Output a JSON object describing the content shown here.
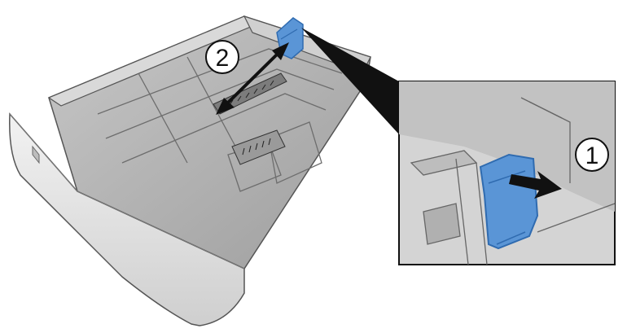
{
  "steps": [
    {
      "id": 1,
      "label": "1"
    },
    {
      "id": 2,
      "label": "2"
    }
  ],
  "colors": {
    "tray_body": "#e6e6e6",
    "tray_dark": "#8f8f8f",
    "tray_mid": "#b9b9b9",
    "guide_blue": "#5a95d6",
    "guide_blue_dark": "#2f6bb0",
    "arrow": "#111111",
    "callout_border": "#111111"
  },
  "icons": {
    "push_arrow": "arrow-right-icon",
    "slide_arrow": "double-arrow-icon"
  }
}
